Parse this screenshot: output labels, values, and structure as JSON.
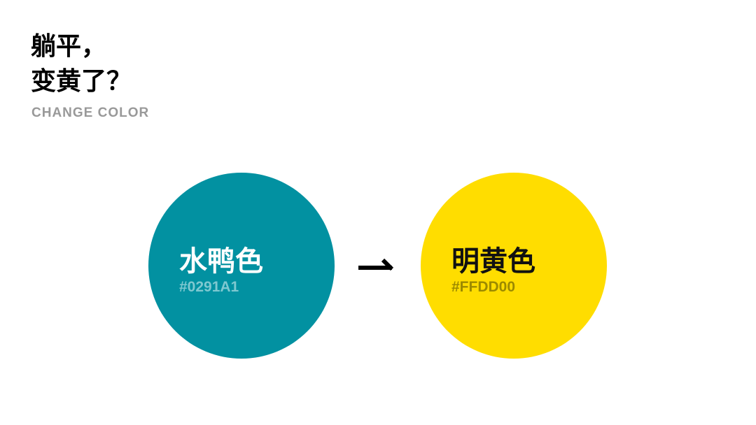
{
  "title": {
    "line1": "躺平，",
    "line2": "变黄了？"
  },
  "subtitle": "CHANGE COLOR",
  "from_color": {
    "name": "水鸭色",
    "hex": "#0291A1",
    "hex_text_color": "#7FC8D0"
  },
  "to_color": {
    "name": "明黄色",
    "hex": "#FFDD00",
    "hex_text_color": "#9C8A00"
  },
  "arrow_icon": "arrow-right-icon"
}
